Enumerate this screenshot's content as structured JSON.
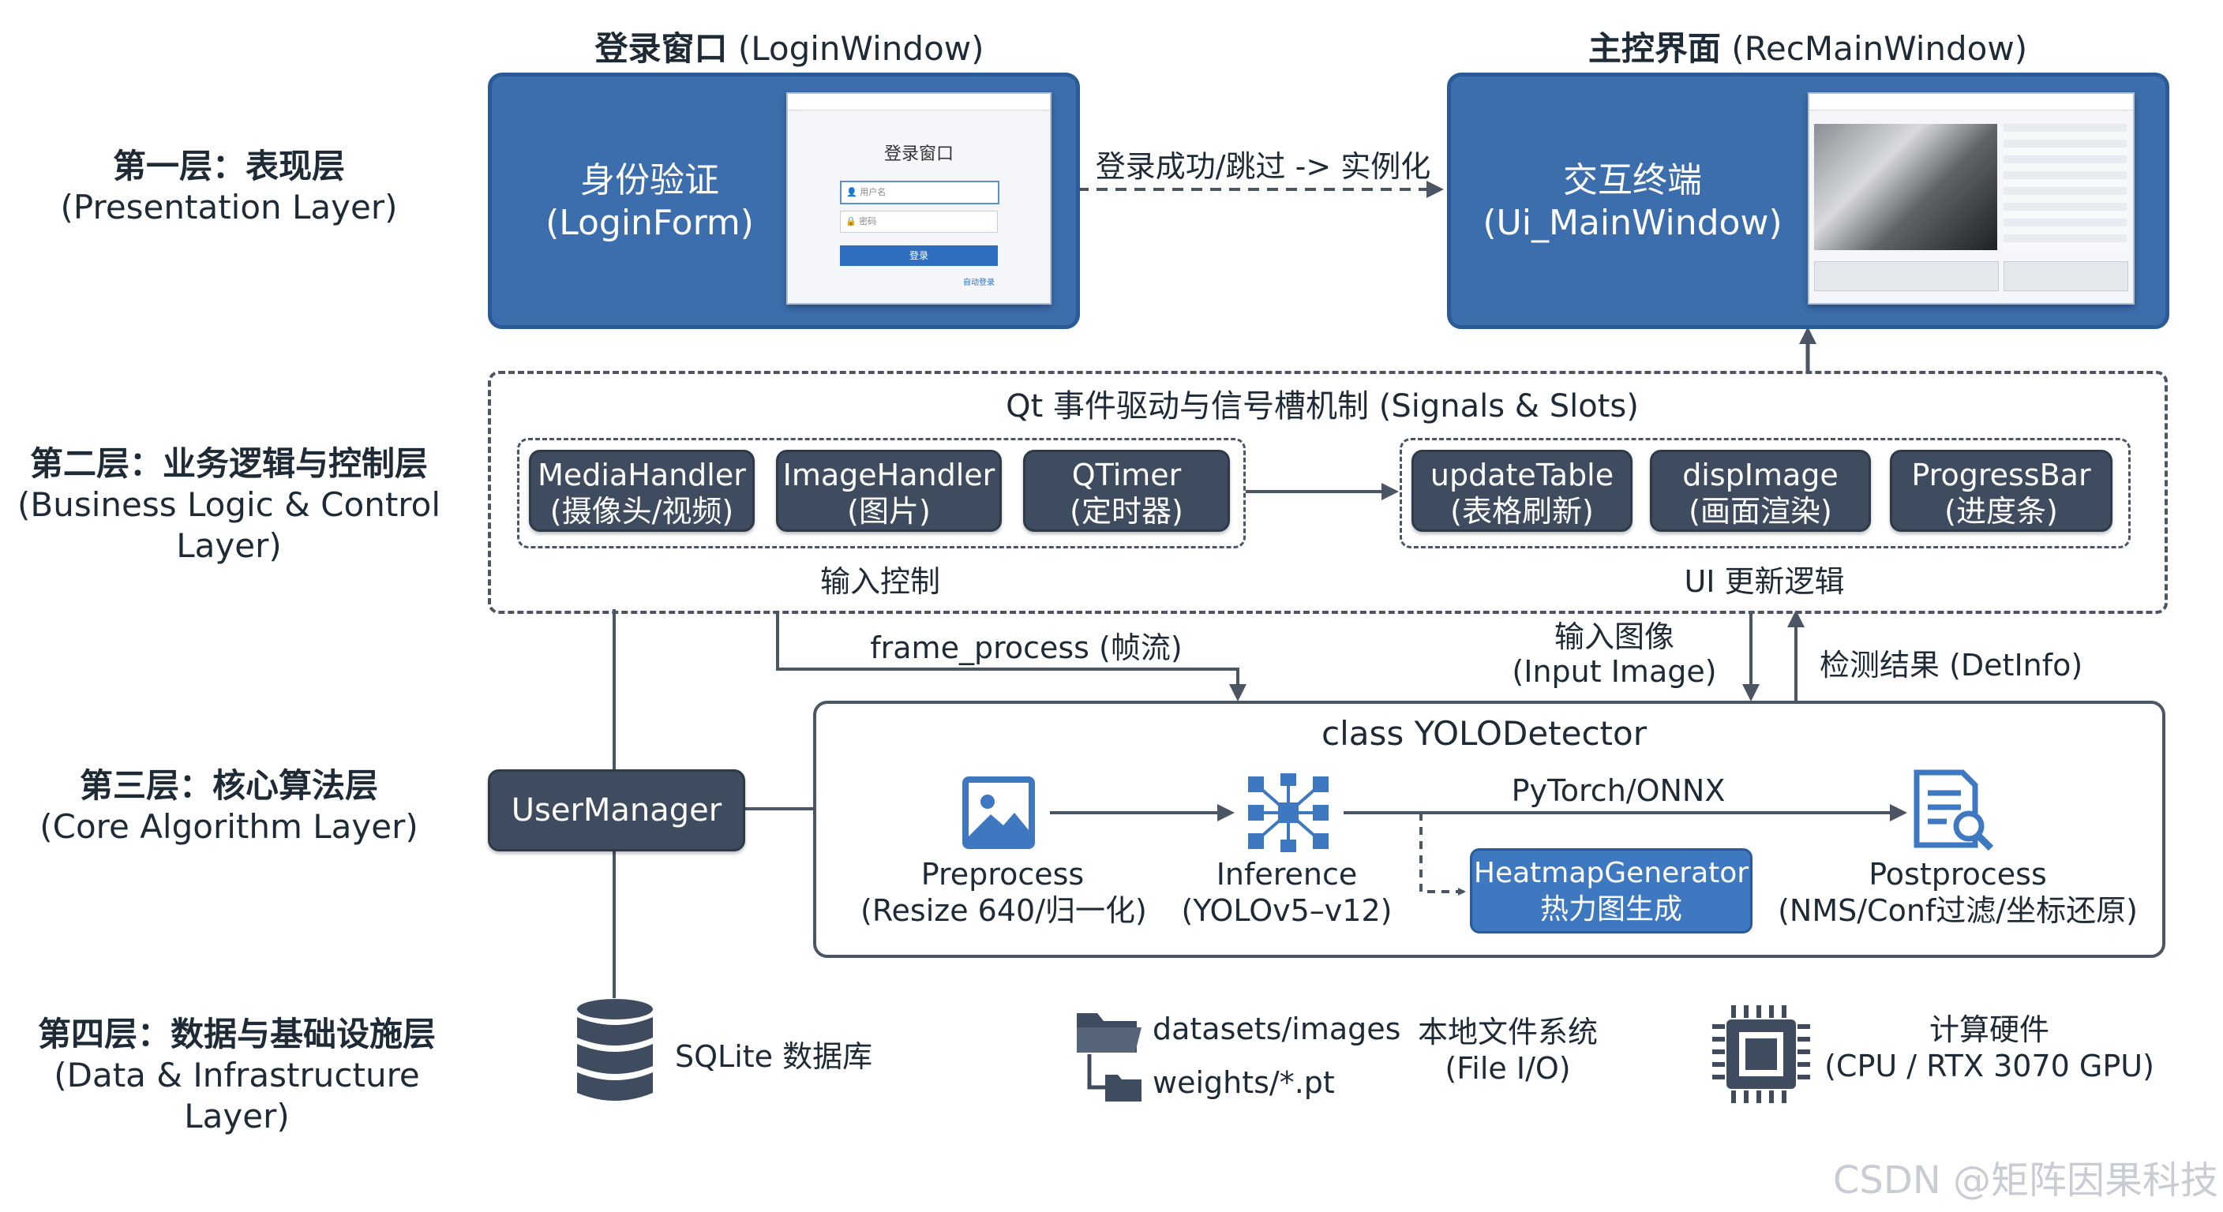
{
  "layers": {
    "l1": {
      "cn": "第一层：表现层",
      "en": "(Presentation Layer)"
    },
    "l2": {
      "cn": "第二层：业务逻辑与控制层",
      "en": "(Business Logic & Control Layer)"
    },
    "l3": {
      "cn": "第三层：核心算法层",
      "en": "(Core Algorithm Layer)"
    },
    "l4": {
      "cn": "第四层：数据与基础设施层",
      "en": "(Data & Infrastructure Layer)"
    }
  },
  "login": {
    "title_cn": "登录窗口",
    "title_en": "(LoginWindow)",
    "form_line1": "身份验证",
    "form_line2": "(LoginForm)",
    "mini": {
      "title": "登录窗口",
      "username_placeholder": "用户名",
      "password_placeholder": "密码",
      "login_button": "登录",
      "footer_link": "自动登录"
    }
  },
  "arrow_login_to_main": "登录成功/跳过 -> 实例化",
  "main": {
    "title_cn": "主控界面",
    "title_en": "(RecMainWindow)",
    "ui_line1": "交互终端",
    "ui_line2": "(Ui_MainWindow)"
  },
  "signals": {
    "title": "Qt 事件驱动与信号槽机制 (Signals & Slots)",
    "inputs": [
      {
        "line1": "MediaHandler",
        "line2": "(摄像头/视频)"
      },
      {
        "line1": "ImageHandler",
        "line2": "(图片)"
      },
      {
        "line1": "QTimer",
        "line2": "(定时器)"
      }
    ],
    "input_label": "输入控制",
    "outputs": [
      {
        "line1": "updateTable",
        "line2": "(表格刷新)"
      },
      {
        "line1": "dispImage",
        "line2": "(画面渲染)"
      },
      {
        "line1": "ProgressBar",
        "line2": "(进度条)"
      }
    ],
    "output_label": "UI 更新逻辑"
  },
  "flows": {
    "frame_process": "frame_process (帧流)",
    "input_image_1": "输入图像",
    "input_image_2": "(Input Image)",
    "detinfo": "检测结果 (DetInfo)"
  },
  "user_manager": "UserManager",
  "detector": {
    "title": "class YOLODetector",
    "pre_1": "Preprocess",
    "pre_2": "(Resize 640/归一化)",
    "inf_1": "Inference",
    "inf_2": "(YOLOv5–v12)",
    "pytorch": "PyTorch/ONNX",
    "heat_1": "HeatmapGenerator",
    "heat_2": "热力图生成",
    "post_1": "Postprocess",
    "post_2": "(NMS/Conf过滤/坐标还原)"
  },
  "infra": {
    "sqlite": "SQLite 数据库",
    "datasets": "datasets/images",
    "weights": "weights/*.pt",
    "fs_1": "本地文件系统",
    "fs_2": "(File I/O)",
    "hw_1": "计算硬件",
    "hw_2": "(CPU / RTX 3070 GPU)"
  },
  "watermark": "CSDN @矩阵因果科技",
  "colors": {
    "blue": "#3c6ead",
    "chip": "#3f4c5f",
    "line": "#4b5563",
    "highlight": "#3d78c0"
  }
}
